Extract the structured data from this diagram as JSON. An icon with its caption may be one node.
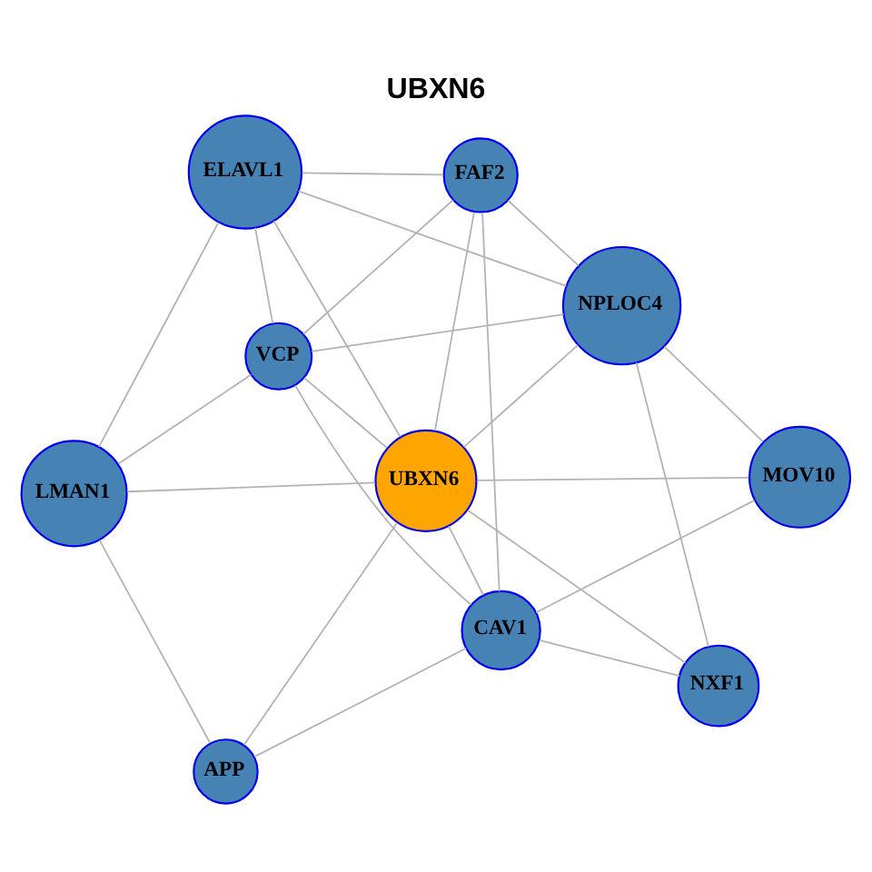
{
  "diagram": {
    "title": "UBXN6",
    "nodes": [
      {
        "text": [
          "MOV10"
        ]
      },
      {
        "text": [
          "NPLOC4"
        ]
      },
      {
        "text": [
          "FAF2"
        ]
      },
      {
        "text": [
          "NXF1"
        ]
      },
      {
        "text": [
          "ELAVL1"
        ]
      },
      {
        "text": [
          "UBXN6"
        ]
      },
      {
        "text": [
          "CAV1"
        ]
      },
      {
        "text": [
          "VCP"
        ]
      },
      {
        "text": [
          "LMAN1"
        ]
      },
      {
        "text": [
          "APP"
        ]
      }
    ],
    "edges": [
      {
        "from": 0,
        "to": 1,
        "arrow": "none"
      },
      {
        "from": 0,
        "to": 6,
        "arrow": "none"
      },
      {
        "from": 0,
        "to": 5,
        "arrow": "none"
      },
      {
        "from": 1,
        "to": 2,
        "arrow": "none"
      },
      {
        "from": 1,
        "to": 3,
        "arrow": "none"
      },
      {
        "from": 1,
        "to": 5,
        "arrow": "none"
      },
      {
        "from": 1,
        "to": 7,
        "arrow": "none"
      },
      {
        "from": 1,
        "to": 4,
        "arrow": "none"
      },
      {
        "from": 2,
        "to": 6,
        "arrow": "none"
      },
      {
        "from": 2,
        "to": 5,
        "arrow": "none"
      },
      {
        "from": 2,
        "to": 7,
        "arrow": "none"
      },
      {
        "from": 2,
        "to": 4,
        "arrow": "none"
      },
      {
        "from": 3,
        "to": 6,
        "arrow": "none"
      },
      {
        "from": 3,
        "to": 5,
        "arrow": "none"
      },
      {
        "from": 4,
        "to": 5,
        "arrow": "none"
      },
      {
        "from": 4,
        "to": 7,
        "arrow": "none"
      },
      {
        "from": 4,
        "to": 8,
        "arrow": "none"
      },
      {
        "from": 6,
        "to": 5,
        "arrow": "none"
      },
      {
        "from": 6,
        "to": 7,
        "arrow": "none"
      },
      {
        "from": 6,
        "to": 9,
        "arrow": "none"
      },
      {
        "from": 5,
        "to": 7,
        "arrow": "none"
      },
      {
        "from": 5,
        "to": 8,
        "arrow": "none"
      },
      {
        "from": 5,
        "to": 9,
        "arrow": "none"
      },
      {
        "from": 7,
        "to": 8,
        "arrow": "none"
      },
      {
        "from": 8,
        "to": 9,
        "arrow": "none"
      }
    ]
  }
}
